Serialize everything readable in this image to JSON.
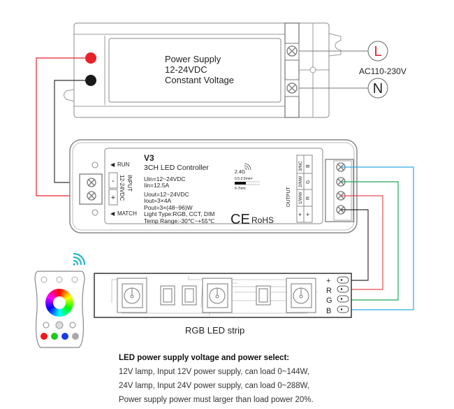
{
  "power_supply": {
    "title_lines": [
      "Power Supply",
      "12-24VDC",
      "Constant Voltage"
    ],
    "ac_label": "AC110-230V",
    "terminals": [
      "L",
      "N"
    ]
  },
  "controller": {
    "model": "V3",
    "name": "3CH LED Controller",
    "run_label": "RUN",
    "match_label": "MATCH",
    "input_label": "INPUT",
    "input_voltage": "12-24VDC",
    "input_minus": "-",
    "input_plus": "+",
    "specs": {
      "uin": "Uin=12~24VDC",
      "iin": "Iin=12.5A",
      "uout": "Uout=12~24VDC",
      "iout": "Iout=3×4A",
      "pout": "Pout=3×(48~96)W",
      "light_type": "Light Type:RGB, CCT, DIM",
      "temp_range": "Temp Range:-30℃~+55℃"
    },
    "wireless": "2.4G",
    "wire_gauge": "0.5-2.5mm²",
    "strip_length": "6-7mm",
    "ce": "CE",
    "rohs": "RoHS",
    "output_label": "OUTPUT",
    "output_channels": [
      {
        "ch": "3/NC",
        "color": "B"
      },
      {
        "ch": "2/NW",
        "color": "G"
      },
      {
        "ch": "1/WW",
        "color": "R"
      },
      {
        "ch": "+",
        "color": "+"
      }
    ]
  },
  "led_strip": {
    "label": "RGB LED strip",
    "pins": [
      "+",
      "R",
      "G",
      "B"
    ]
  },
  "wire_colors": {
    "red": "#e8212b",
    "black": "#222222",
    "blue": "#29aee3",
    "green": "#1ea65a",
    "led_red": "#e84a55"
  },
  "note": {
    "heading": "LED power supply voltage and power select:",
    "lines": [
      "12V lamp, Input 12V power supply, can load 0~144W,",
      "24V lamp, Input 24V power supply, can load 0~288W,",
      "Power supply power must larger than load power 20%."
    ]
  }
}
